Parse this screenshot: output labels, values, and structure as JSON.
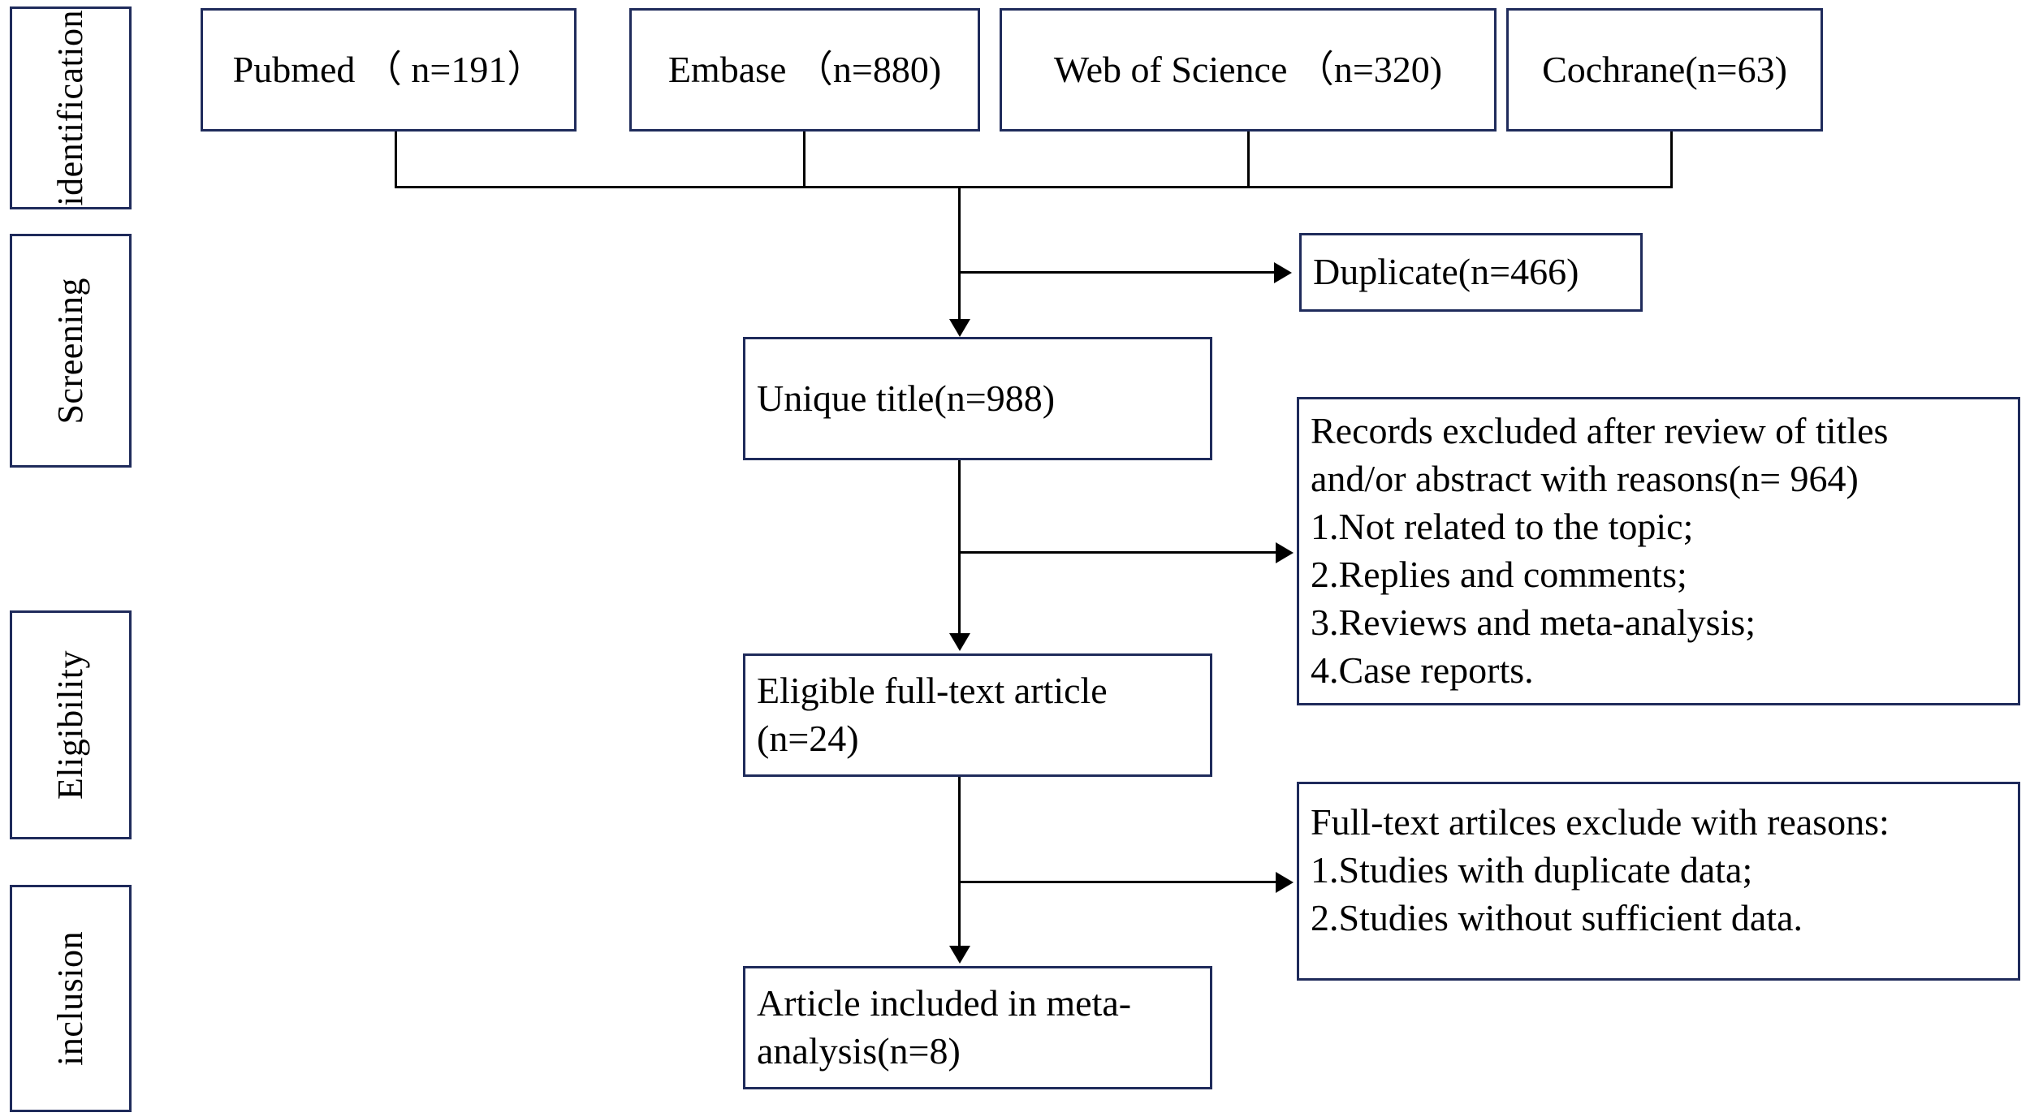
{
  "diagram": {
    "title": "PRISMA study selection flow diagram",
    "accent_border_color": "#1f2b5b",
    "connector_color": "#000000",
    "background_color": "#ffffff"
  },
  "stages": [
    {
      "id": "identification",
      "label": "identification"
    },
    {
      "id": "screening",
      "label": "Screening"
    },
    {
      "id": "eligibility",
      "label": "Eligibility"
    },
    {
      "id": "inclusion",
      "label": "inclusion"
    }
  ],
  "sources": [
    {
      "id": "pubmed",
      "label": "Pubmed （ n=191）",
      "n": 191
    },
    {
      "id": "embase",
      "label": "Embase （n=880)",
      "n": 880
    },
    {
      "id": "web-of-science",
      "label": "Web of Science （n=320)",
      "n": 320
    },
    {
      "id": "cochrane",
      "label": "Cochrane(n=63)",
      "n": 63
    }
  ],
  "nodes": {
    "duplicate": {
      "label": "Duplicate(n=466)",
      "n": 466
    },
    "unique_title": {
      "label": "Unique title(n=988)",
      "n": 988
    },
    "eligible_line1": "Eligible full-text article",
    "eligible_line2": "(n=24)",
    "eligible_n": 24,
    "included_line1": "Article included  in meta-",
    "included_line2": "analysis(n=8)",
    "included_n": 8
  },
  "excluded_titles": {
    "line1": "Records excluded  after review of titles",
    "line2": "and/or abstract with reasons(n= 964)",
    "n": 964,
    "reasons": [
      "1.Not related to the topic;",
      "2.Replies and comments;",
      "3.Reviews and meta-analysis;",
      "4.Case reports."
    ]
  },
  "excluded_fulltext": {
    "line1": "Full-text artilces exclude with reasons:",
    "reasons": [
      "1.Studies with duplicate data;",
      "2.Studies without sufficient  data."
    ]
  }
}
